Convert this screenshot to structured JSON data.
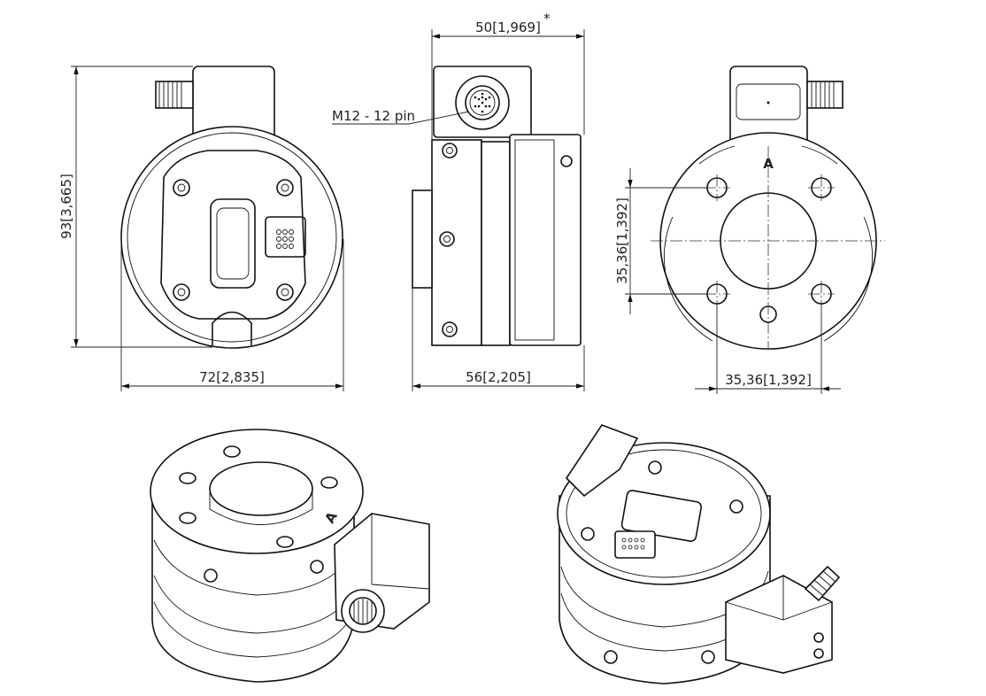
{
  "dimensions": {
    "width_top": "50[1,969]",
    "width_top_note": "*",
    "connector_label": "M12 - 12 pin",
    "height": "93[3,665]",
    "front_width": "72[2,835]",
    "side_depth": "56[2,205]",
    "hole_spacing_vertical": "35,36[1,392]",
    "hole_spacing_horizontal": "35,36[1,392]"
  },
  "marks": {
    "datum_rear": "A",
    "datum_iso": "A"
  }
}
